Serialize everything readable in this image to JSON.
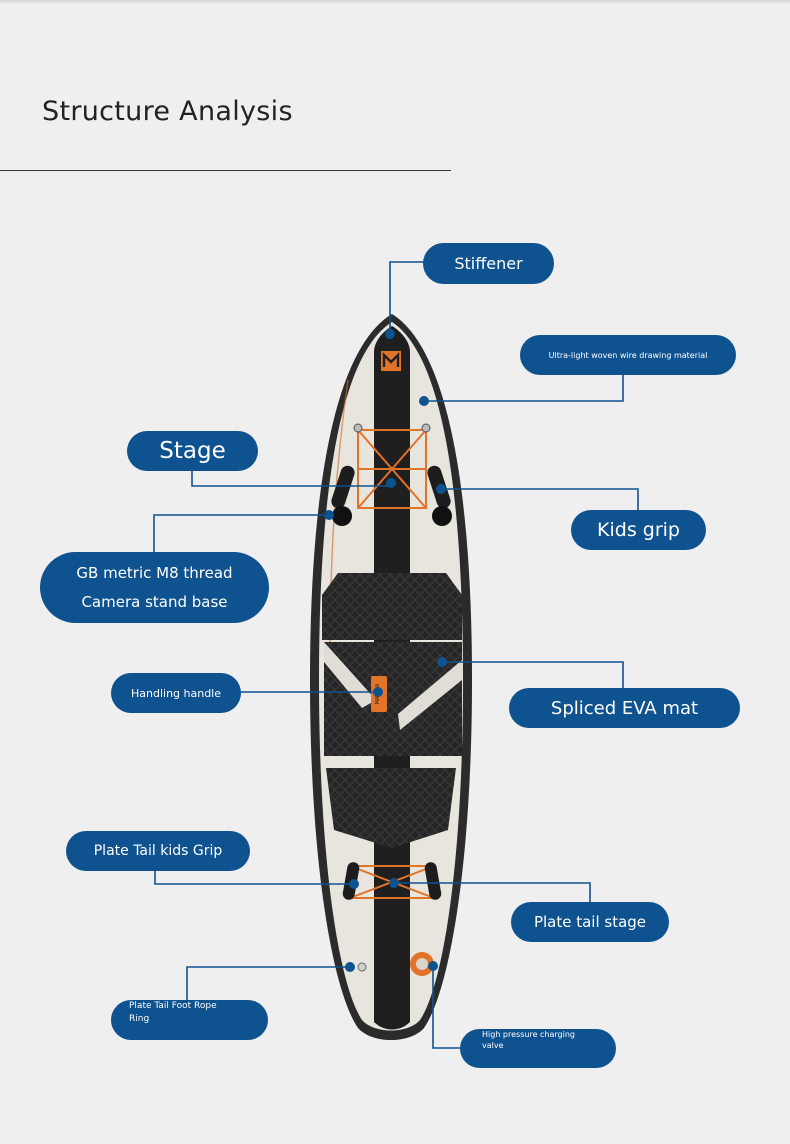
{
  "page": {
    "title": "Structure Analysis"
  },
  "board": {
    "logo_text": "M",
    "handle_text": "MAVSEA"
  },
  "labels": {
    "stiffener": "Stiffener",
    "woven": "Ultra-light woven wire drawing material",
    "stage": "Stage",
    "kids_grip": "Kids grip",
    "thread_line1": "GB metric M8 thread",
    "thread_line2": "Camera stand base",
    "handling_handle": "Handling handle",
    "eva_mat": "Spliced EVA mat",
    "tail_kids_grip": "Plate Tail kids Grip",
    "tail_stage": "Plate tail stage",
    "foot_rope_line1": "Plate Tail Foot Rope",
    "foot_rope_line2": "Ring",
    "valve_line1": "High pressure charging",
    "valve_line2": "valve"
  },
  "colors": {
    "label_bg": "#0f5290",
    "connector": "#0f5290",
    "board_body": "#e8e5df",
    "board_rail": "#2b2b2b",
    "deck_pad": "#262626",
    "accent_orange": "#e2742a"
  }
}
